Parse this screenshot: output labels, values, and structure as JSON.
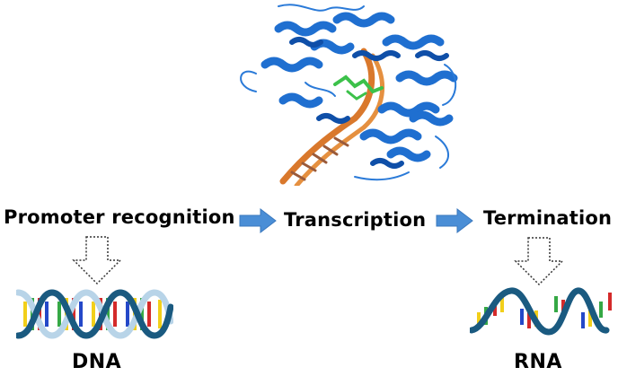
{
  "stages": {
    "promoter_recognition": "Promoter recognition",
    "transcription": "Transcription",
    "termination": "Termination"
  },
  "molecules": {
    "dna_label": "DNA",
    "rna_label": "RNA"
  },
  "colors": {
    "protein": "#1f6fd0",
    "protein_dark": "#0f4fa8",
    "dna_strand": "#e08a3c",
    "ligand": "#3cc14a",
    "flow_arrow": "#4a8ed6",
    "helix_backbone": "#1a5a80",
    "helix_backbone_light": "#b8d4e8",
    "base_red": "#d42a2a",
    "base_yellow": "#f2cf1a",
    "base_green": "#35a845",
    "base_blue": "#2448c8"
  },
  "icons": {
    "protein_structure": "rna-polymerase-structure-icon",
    "flow_arrow": "right-arrow-icon",
    "pointer": "down-arrow-outline-icon",
    "dna": "dna-double-helix-icon",
    "rna": "rna-single-strand-icon"
  }
}
